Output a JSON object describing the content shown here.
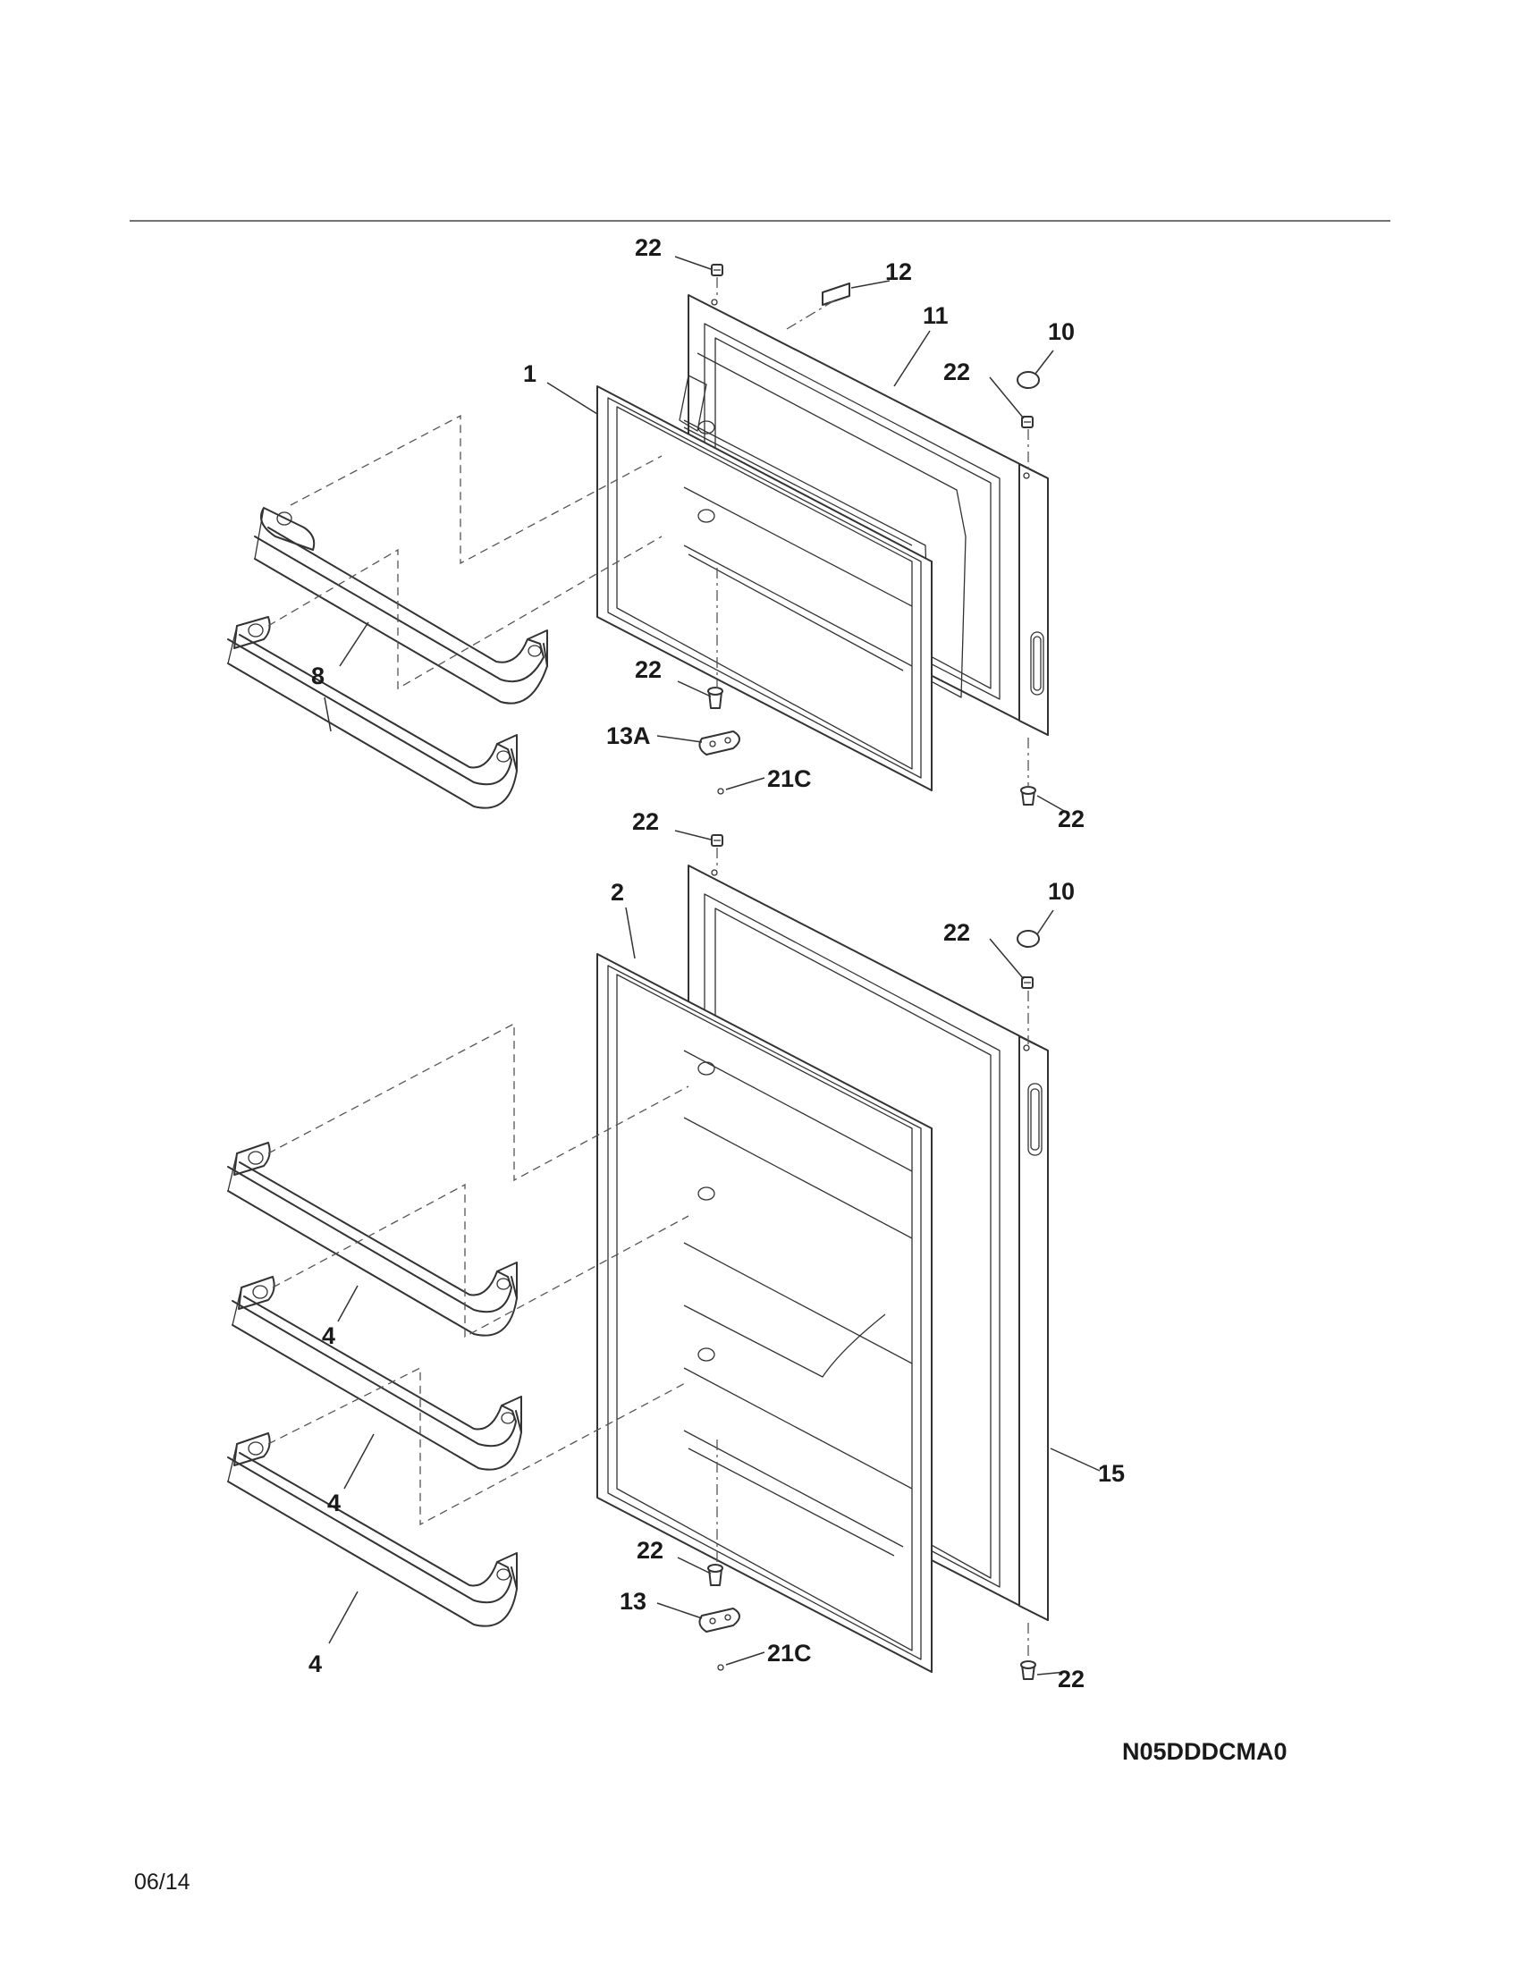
{
  "diagram_code": "N05DDDCMA0",
  "date": "06/14",
  "callouts": {
    "c1": "1",
    "c2": "2",
    "c4a": "4",
    "c4b": "4",
    "c4c": "4",
    "c8": "8",
    "c10a": "10",
    "c10b": "10",
    "c11": "11",
    "c12": "12",
    "c13": "13",
    "c13a": "13A",
    "c15": "15",
    "c21ca": "21C",
    "c21cb": "21C",
    "c22a": "22",
    "c22b": "22",
    "c22c": "22",
    "c22d": "22",
    "c22e": "22",
    "c22f": "22",
    "c22g": "22",
    "c22h": "22"
  }
}
